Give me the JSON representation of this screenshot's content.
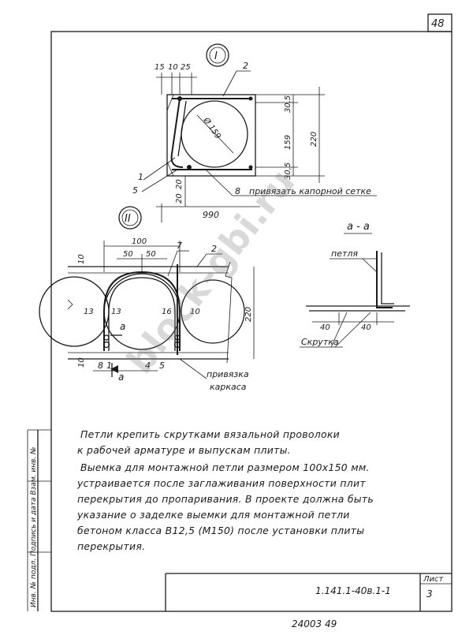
{
  "sheet_number_top": "48",
  "detail_marks": {
    "one": "I",
    "two": "II"
  },
  "detail_one": {
    "dims_top": [
      "15",
      "10",
      "25"
    ],
    "dims_right": [
      "30,5",
      "159",
      "30,5"
    ],
    "dim_total_right": "220",
    "dims_bottom": [
      "20",
      "20"
    ],
    "dim_width": "990",
    "diameter": "Ø 159",
    "callouts": [
      "2",
      "1",
      "5",
      "8"
    ],
    "note_8": "привязать капорной сетке"
  },
  "detail_two": {
    "dims_top": [
      "100",
      "50",
      "50",
      "10"
    ],
    "dims_inner": [
      "13",
      "13",
      "16",
      "10"
    ],
    "dim_right": "220",
    "dims_bottom_left": "10",
    "callouts": [
      "7",
      "2",
      "8",
      "1",
      "4",
      "5"
    ],
    "section_mark": "а",
    "section_mark_bottom": "а",
    "binding_line1": "привязка",
    "binding_line2": "каркаса"
  },
  "section_aa": {
    "title": "а - а",
    "loop_label": "петля",
    "dims": [
      "40",
      "40"
    ],
    "twist_label": "Скрутка"
  },
  "notes": [
    "Петли крепить скрутками вязальной проволоки",
    "к рабочей арматуре и выпускам плиты.",
    "Выемка для монтажной петли размером 100x150 мм.",
    "устраивается после заглаживания поверхности плит",
    "перекрытия до пропаривания. В проекте должна быть",
    "указание о заделке выемки для монтажной петли",
    "бетоном класса В12,5 (М150) после установки плиты",
    "перекрытия."
  ],
  "side_stamp": "Инв. № подл.  Подпись и дата  Взам. инв. №",
  "title_block": {
    "doc_code": "1.141.1-40в.1-1",
    "sheet_label": "Лист",
    "sheet_no": "3"
  },
  "footer": "24003   49",
  "watermark": "block-gbi.ru"
}
